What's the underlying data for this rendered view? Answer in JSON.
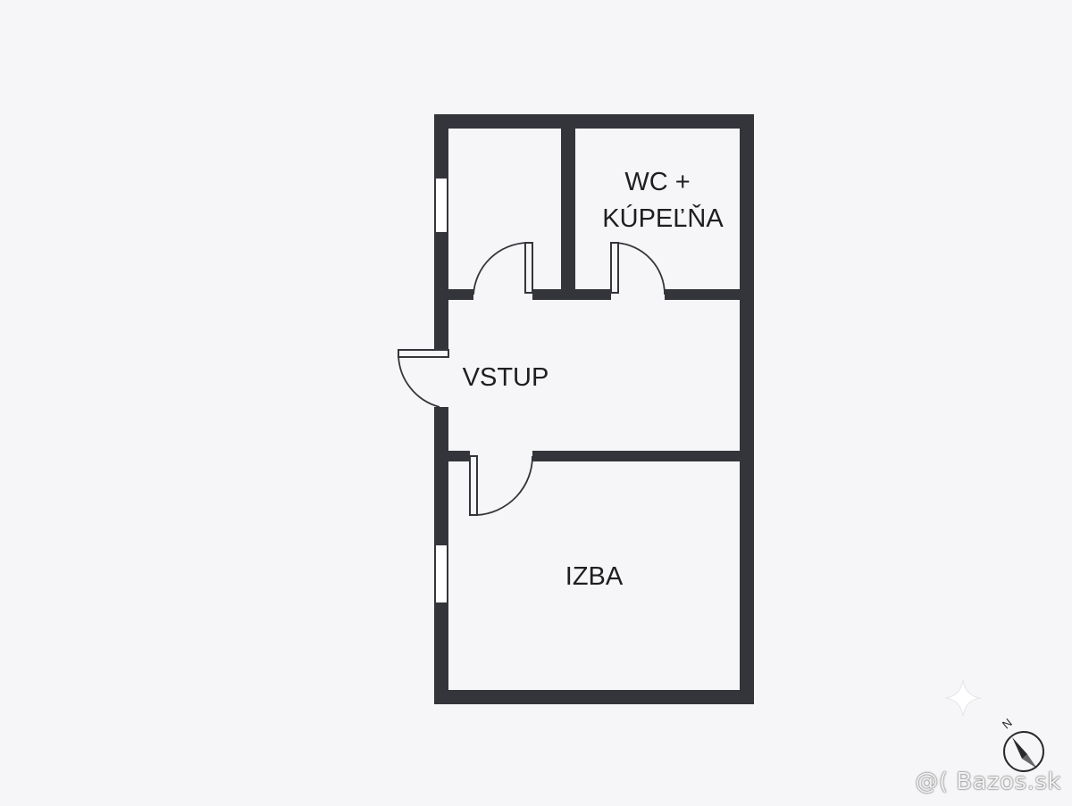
{
  "rooms": {
    "wc_line1": "WC +",
    "wc_line2": "KÚPEĽŇA",
    "entrance": "VSTUP",
    "room": "IZBA"
  },
  "compass": {
    "north_label": "N"
  },
  "watermark": {
    "text": "@( Bazos.sk"
  },
  "colors": {
    "wall": "#34353b",
    "background": "#f6f6f8"
  }
}
